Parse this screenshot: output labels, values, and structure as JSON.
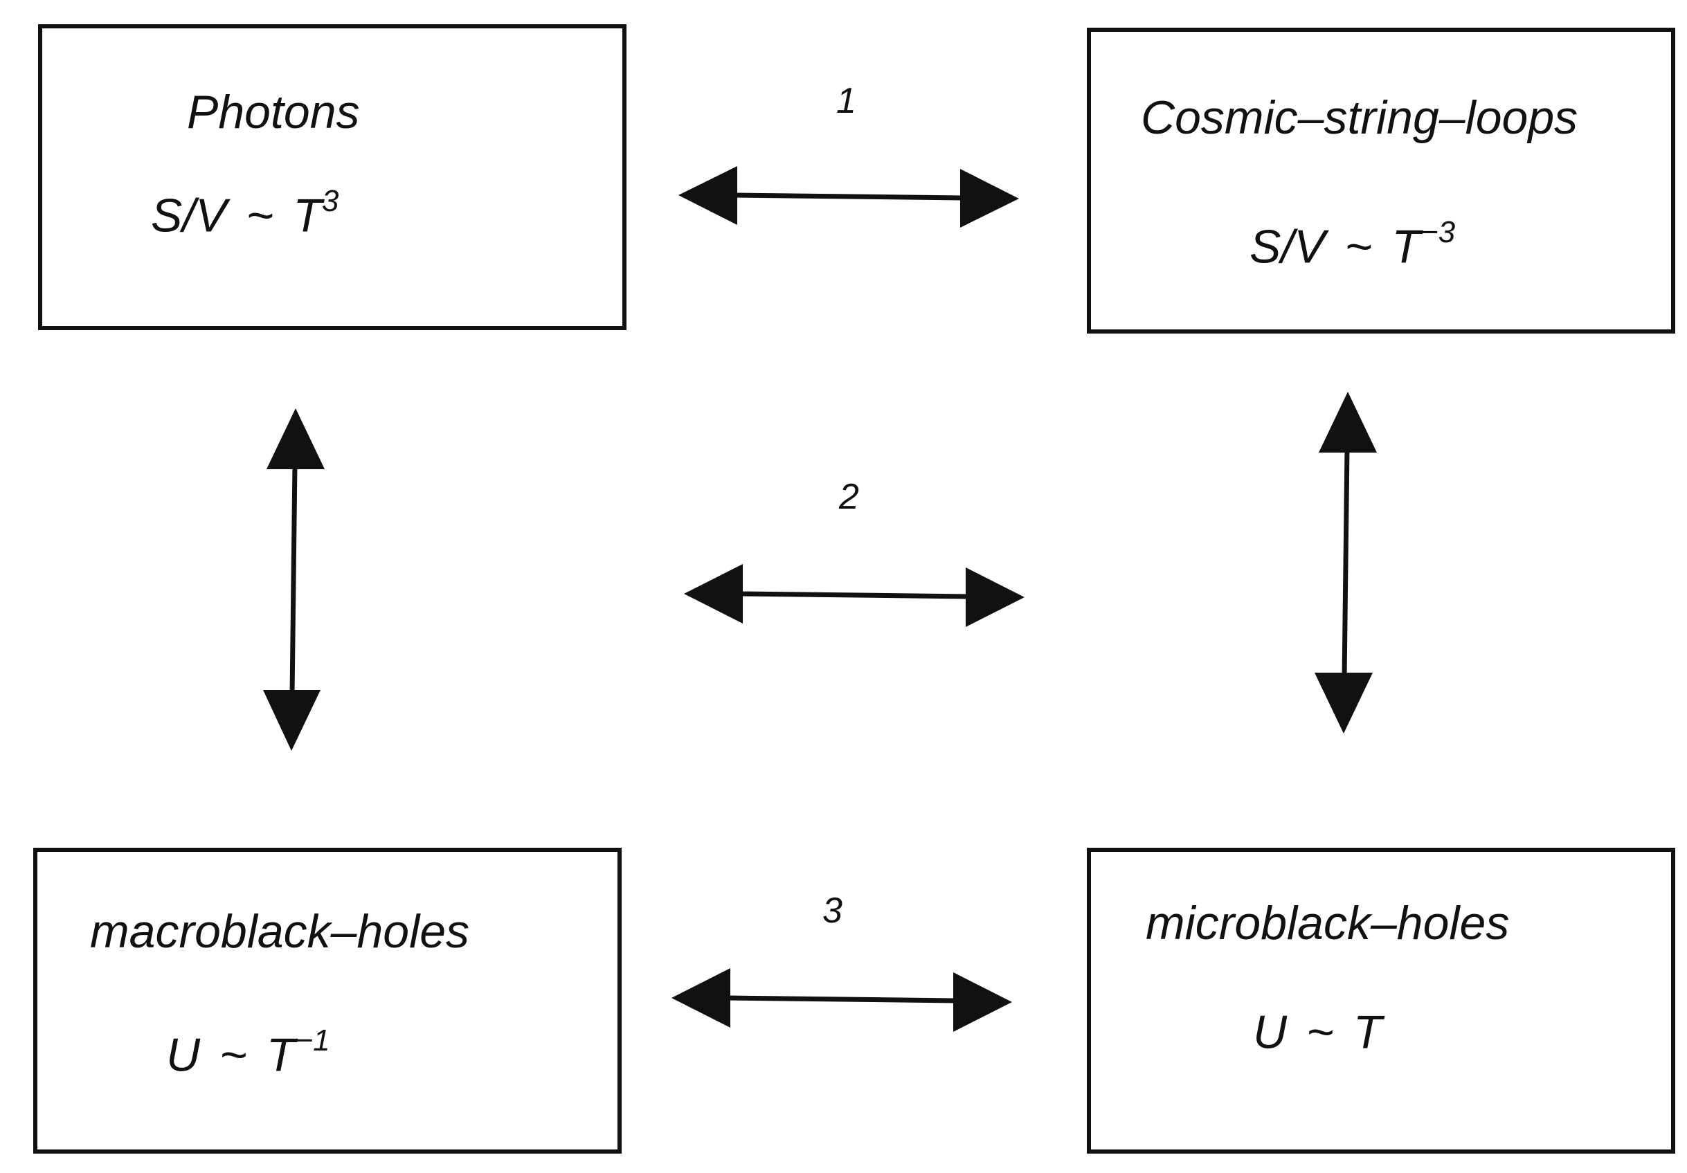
{
  "boxes": {
    "photons": {
      "title": "Photons",
      "formula": {
        "lhs": "S/V",
        "rel": "~",
        "base": "T",
        "exp": "3"
      }
    },
    "cosmic": {
      "title": "Cosmic–string–loops",
      "formula": {
        "lhs": "S/V",
        "rel": "~",
        "base": "T",
        "exp": "−3"
      }
    },
    "macro": {
      "title": "macroblack–holes",
      "formula": {
        "lhs": "U",
        "rel": "~",
        "base": "T",
        "exp": "−1"
      }
    },
    "micro": {
      "title": "microblack–holes",
      "formula": {
        "lhs": "U",
        "rel": "~",
        "base": "T",
        "exp": ""
      }
    }
  },
  "arrows": {
    "top": {
      "label": "1"
    },
    "middle": {
      "label": "2"
    },
    "bottom": {
      "label": "3"
    }
  },
  "colors": {
    "stroke": "#111111",
    "background": "#ffffff"
  }
}
